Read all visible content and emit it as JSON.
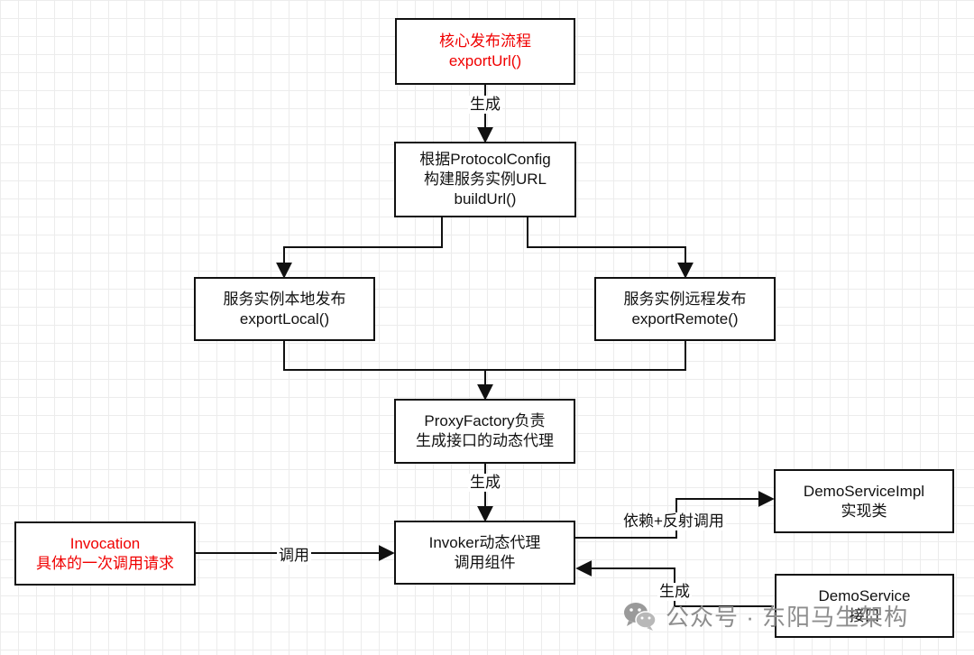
{
  "nodes": {
    "export_url": {
      "line1": "核心发布流程",
      "line2": "exportUrl()"
    },
    "build_url": {
      "line1": "根据ProtocolConfig",
      "line2": "构建服务实例URL",
      "line3": "buildUrl()"
    },
    "export_local": {
      "line1": "服务实例本地发布",
      "line2": "exportLocal()"
    },
    "export_remote": {
      "line1": "服务实例远程发布",
      "line2": "exportRemote()"
    },
    "proxy_factory": {
      "line1": "ProxyFactory负责",
      "line2": "生成接口的动态代理"
    },
    "invoker": {
      "line1": "Invoker动态代理",
      "line2": "调用组件"
    },
    "demo_impl": {
      "line1": "DemoServiceImpl",
      "line2": "实现类"
    },
    "invocation": {
      "line1": "Invocation",
      "line2": "具体的一次调用请求"
    },
    "demo_service": {
      "line1": "DemoService",
      "line2": "接口"
    }
  },
  "edge_labels": {
    "generate_1": "生成",
    "generate_2": "生成",
    "depend_reflect": "依赖+反射调用",
    "call": "调用",
    "generate_3": "生成"
  },
  "watermark": {
    "text": "公众号 · 东阳马生架构"
  },
  "colors": {
    "highlight": "#f00000",
    "stroke": "#111111",
    "grid": "#ececec"
  }
}
